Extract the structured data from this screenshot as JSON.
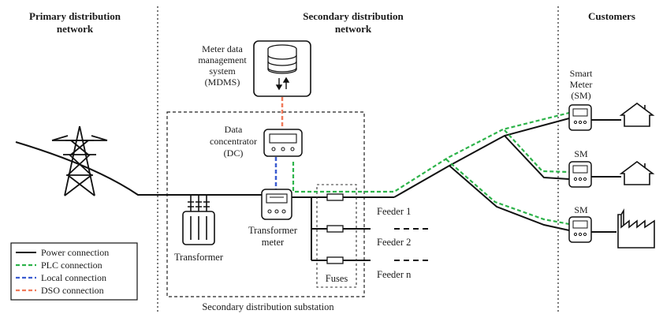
{
  "headers": {
    "primary_line1": "Primary distribution",
    "primary_line2": "network",
    "secondary_line1": "Secondary distribution",
    "secondary_line2": "network",
    "customers": "Customers"
  },
  "mdms": {
    "line1": "Meter data",
    "line2": "management",
    "line3": "system",
    "line4": "(MDMS)"
  },
  "dc": {
    "line1": "Data",
    "line2": "concentrator",
    "line3": "(DC)"
  },
  "transformer": {
    "label": "Transformer"
  },
  "transformer_meter": {
    "line1": "Transformer",
    "line2": "meter"
  },
  "feeders": {
    "f1": "Feeder 1",
    "f2": "Feeder 2",
    "fn": "Feeder n"
  },
  "fuses": {
    "label": "Fuses"
  },
  "substation": {
    "label": "Secondary distribution substation"
  },
  "smart_meter": {
    "line1": "Smart",
    "line2": "Meter",
    "line3": "(SM)",
    "short1": "SM",
    "short2": "SM"
  },
  "legend": {
    "power": "Power connection",
    "plc": "PLC connection",
    "local": "Local connection",
    "dso": "DSO connection"
  },
  "colors": {
    "power": "#111111",
    "plc": "#2db34a",
    "local": "#3a5bd0",
    "dso": "#f07a5a"
  }
}
